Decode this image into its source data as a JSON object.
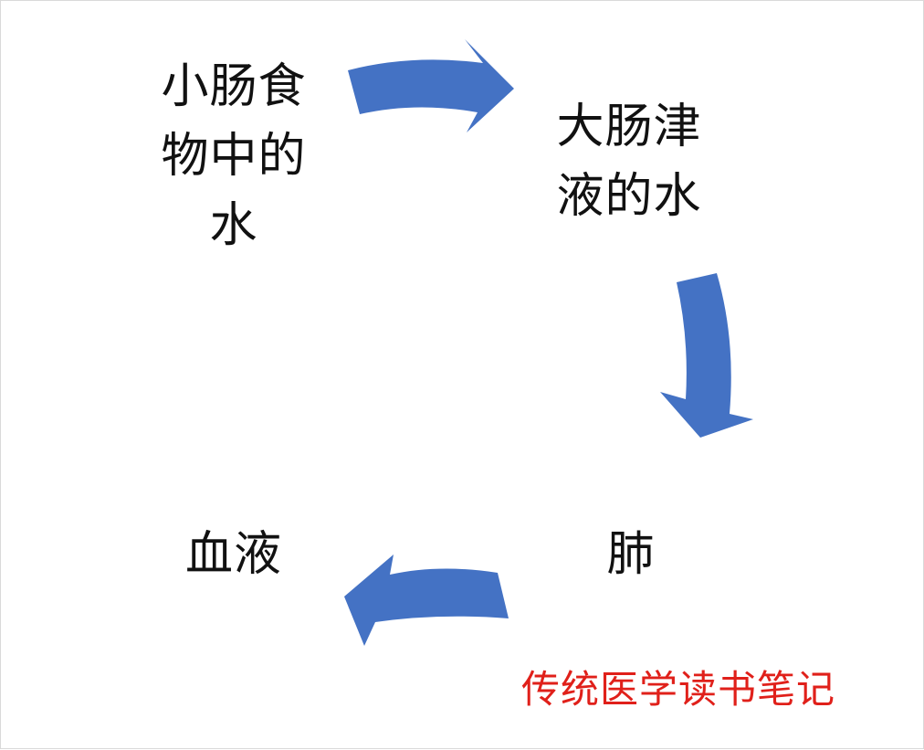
{
  "diagram": {
    "nodes": [
      {
        "lines": [
          "小肠食",
          "物中的",
          "水"
        ]
      },
      {
        "lines": [
          "大肠津",
          "液的水"
        ]
      },
      {
        "lines": [
          "肺"
        ]
      },
      {
        "lines": [
          "血液"
        ]
      }
    ],
    "arrow_color": "#4472c4",
    "text_color": "#111111"
  },
  "watermark": {
    "text": "传统医学读书笔记",
    "color": "#e0201a"
  }
}
